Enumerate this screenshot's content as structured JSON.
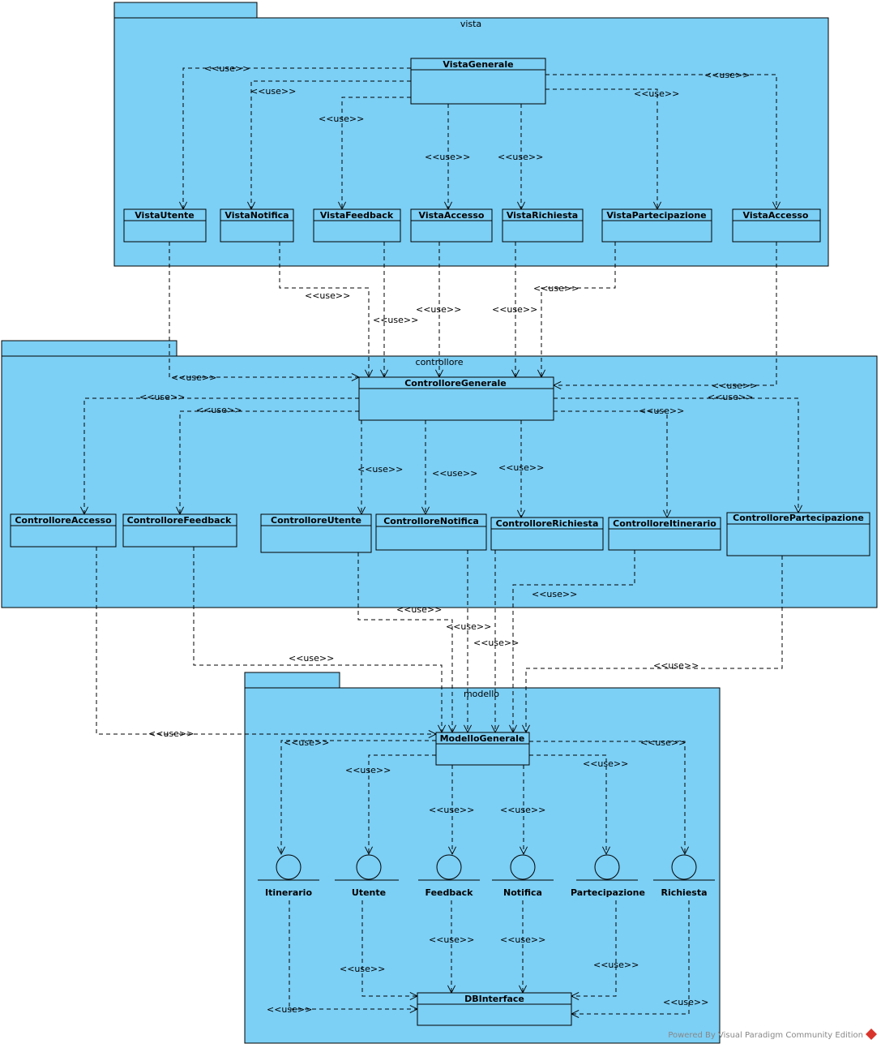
{
  "packages": {
    "vista": "vista",
    "controllore": "controllore",
    "modello": "modello"
  },
  "classes": {
    "vista_generale": "VistaGenerale",
    "vista_utente": "VistaUtente",
    "vista_notifica": "VistaNotifica",
    "vista_feedback": "VistaFeedback",
    "vista_accesso_1": "VistaAccesso",
    "vista_richiesta": "VistaRichiesta",
    "vista_partecipazione": "VistaPartecipazione",
    "vista_accesso_2": "VistaAccesso",
    "controllore_generale": "ControlloreGenerale",
    "controllore_accesso": "ControlloreAccesso",
    "controllore_feedback": "ControlloreFeedback",
    "controllore_utente": "ControlloreUtente",
    "controllore_notifica": "ControlloreNotifica",
    "controllore_richiesta": "ControlloreRichiesta",
    "controllore_itinerario": "ControlloreItinerario",
    "controllore_partecipazione": "ControllorePartecipazione",
    "modello_generale": "ModelloGenerale",
    "db_interface": "DBInterface"
  },
  "entities": {
    "itinerario": "Itinerario",
    "utente": "Utente",
    "feedback": "Feedback",
    "notifica": "Notifica",
    "partecipazione": "Partecipazione",
    "richiesta": "Richiesta"
  },
  "dependency_label": "<<use>>",
  "footer": "Powered By Visual Paradigm Community Edition",
  "colors": {
    "fill": "#7ccff5",
    "stroke": "#000000"
  }
}
